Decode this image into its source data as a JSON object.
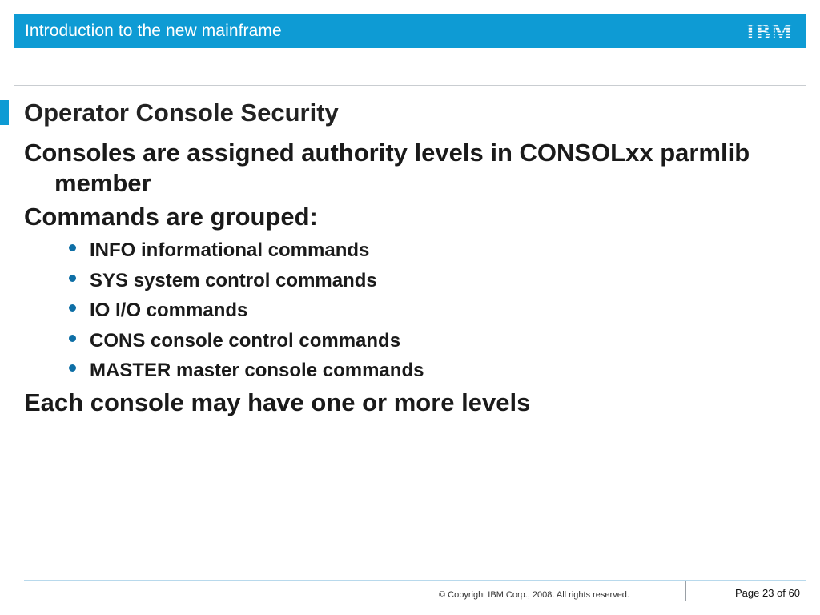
{
  "header": {
    "title": "Introduction to the new mainframe",
    "logo": "IBM"
  },
  "slide": {
    "title": "Operator Console Security",
    "paragraphs": {
      "p1": "Consoles are assigned authority levels in CONSOLxx parmlib member",
      "p2": "Commands are grouped:",
      "p3": "Each console may have one or more levels"
    },
    "bullets": [
      "INFO informational commands",
      "SYS system control commands",
      "IO I/O commands",
      "CONS console control commands",
      "MASTER master console commands"
    ]
  },
  "footer": {
    "copyright": "© Copyright IBM Corp., 2008. All rights reserved.",
    "page": "Page 23 of 60"
  },
  "colors": {
    "accent": "#0e9bd4",
    "bullet": "#0e6fa6"
  }
}
